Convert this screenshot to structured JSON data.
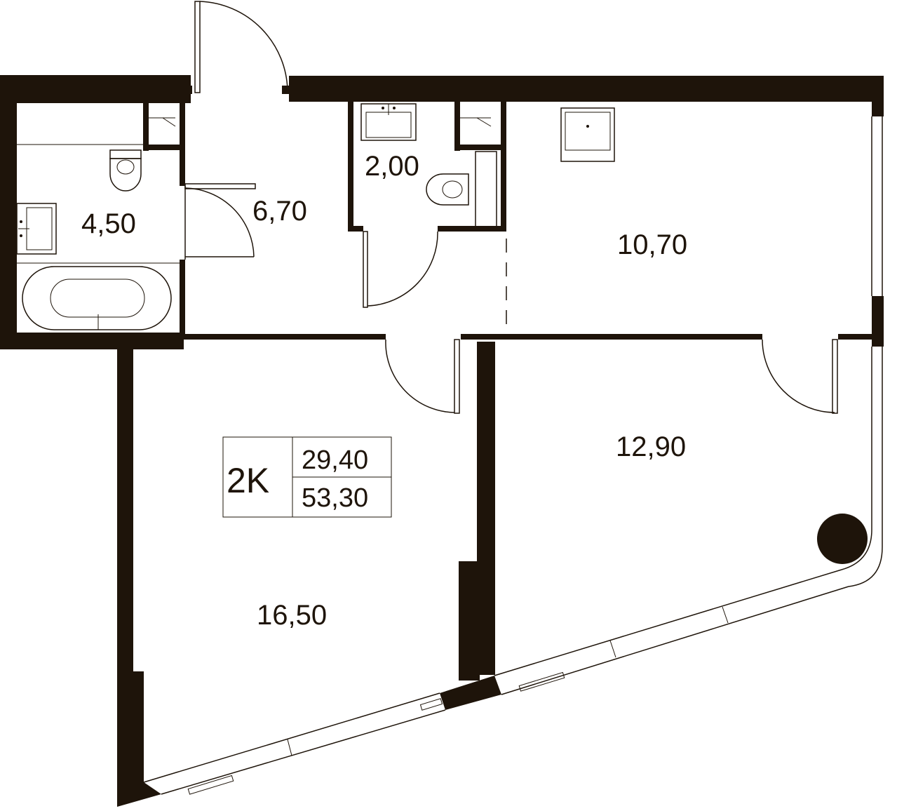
{
  "plan": {
    "rooms": [
      {
        "id": "bathroom",
        "area": "4,50"
      },
      {
        "id": "hall",
        "area": "6,70"
      },
      {
        "id": "wc",
        "area": "2,00"
      },
      {
        "id": "kitchen",
        "area": "10,70"
      },
      {
        "id": "living",
        "area": "16,50"
      },
      {
        "id": "bedroom",
        "area": "12,90"
      }
    ],
    "summary": {
      "type": "2K",
      "living_area": "29,40",
      "total_area": "53,30"
    },
    "colors": {
      "wall": "#1e140a",
      "background": "#ffffff"
    }
  }
}
